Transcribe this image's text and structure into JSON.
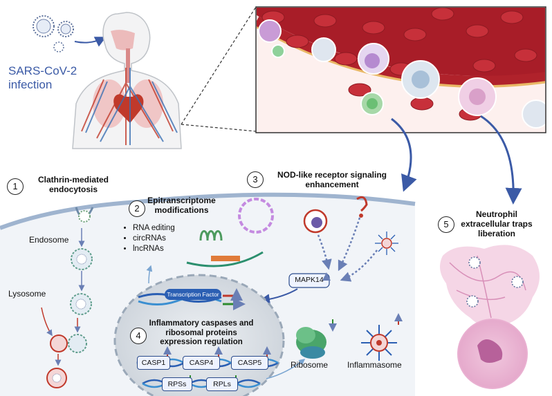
{
  "infection_label": "SARS-CoV-2 infection",
  "steps": [
    {
      "number": "1",
      "title": "Clathrin-mediated endocytosis"
    },
    {
      "number": "2",
      "title": "Epitranscriptome modifications"
    },
    {
      "number": "3",
      "title": "NOD-like receptor signaling enhancement"
    },
    {
      "number": "4",
      "title": "Inflammatory caspases and ribosomal proteins expression regulation"
    },
    {
      "number": "5",
      "title": "Neutrophil extracellular traps liberation"
    }
  ],
  "labels": {
    "endosome": "Endosome",
    "lysosome": "Lysosome",
    "mapk14": "MAPK14",
    "transcription_factor": "Transcription Factor",
    "ribosome": "Ribosome",
    "inflammasome": "Inflammasome"
  },
  "epitranscriptome_list": [
    "RNA editing",
    "circRNAs",
    "lncRNAs"
  ],
  "genes_up": [
    "CASP1",
    "CASP4",
    "CASP5"
  ],
  "genes_down": [
    "RPSs",
    "RPLs"
  ],
  "colors": {
    "up_arrow": "#c0392b",
    "down_arrow": "#2e8b2e",
    "flow_arrow": "#3b5aa6",
    "cell_membrane": "#9fb4cf",
    "nucleus": "#d6dbe1",
    "vessel": "#b0222b"
  }
}
